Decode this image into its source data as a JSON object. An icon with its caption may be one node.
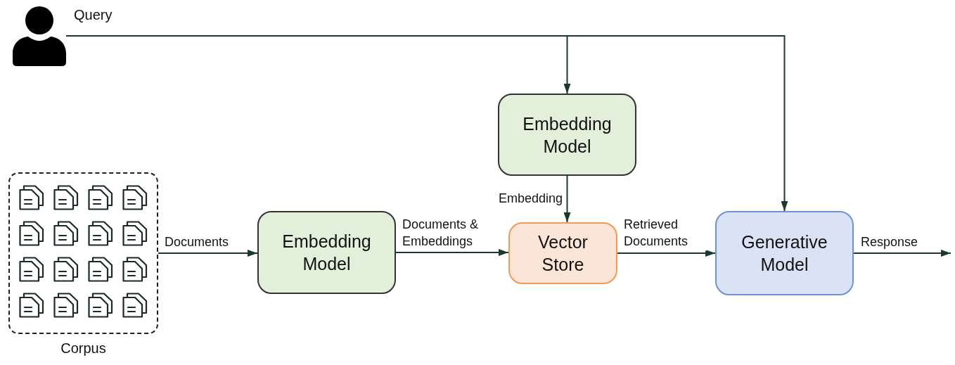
{
  "diagram": {
    "nodes": [
      {
        "text": [],
        "shape": "person",
        "beside": [
          "Query"
        ]
      },
      {
        "text": [
          "Embedding Model"
        ]
      },
      {
        "text": [
          "Corpus"
        ]
      },
      {
        "text": [
          "Embedding Model"
        ]
      },
      {
        "text": [
          "Vector Store"
        ]
      },
      {
        "text": [
          "Generative Model"
        ]
      }
    ],
    "edges": [
      {
        "from": 0,
        "to": 1,
        "arrow": "to"
      },
      {
        "from": 0,
        "to": 5,
        "arrow": "to"
      },
      {
        "from": 1,
        "to": 4,
        "label": "Embedding",
        "arrow": "to"
      },
      {
        "from": 2,
        "to": 3,
        "label": "Documents",
        "arrow": "to"
      },
      {
        "from": 3,
        "to": 4,
        "label": "Documents & Embeddings",
        "arrow": "to"
      },
      {
        "from": 4,
        "to": 5,
        "label": "Retrieved Documents",
        "arrow": "to"
      },
      {
        "from": 5,
        "to": null,
        "label": "Response",
        "arrow": "to"
      }
    ]
  }
}
